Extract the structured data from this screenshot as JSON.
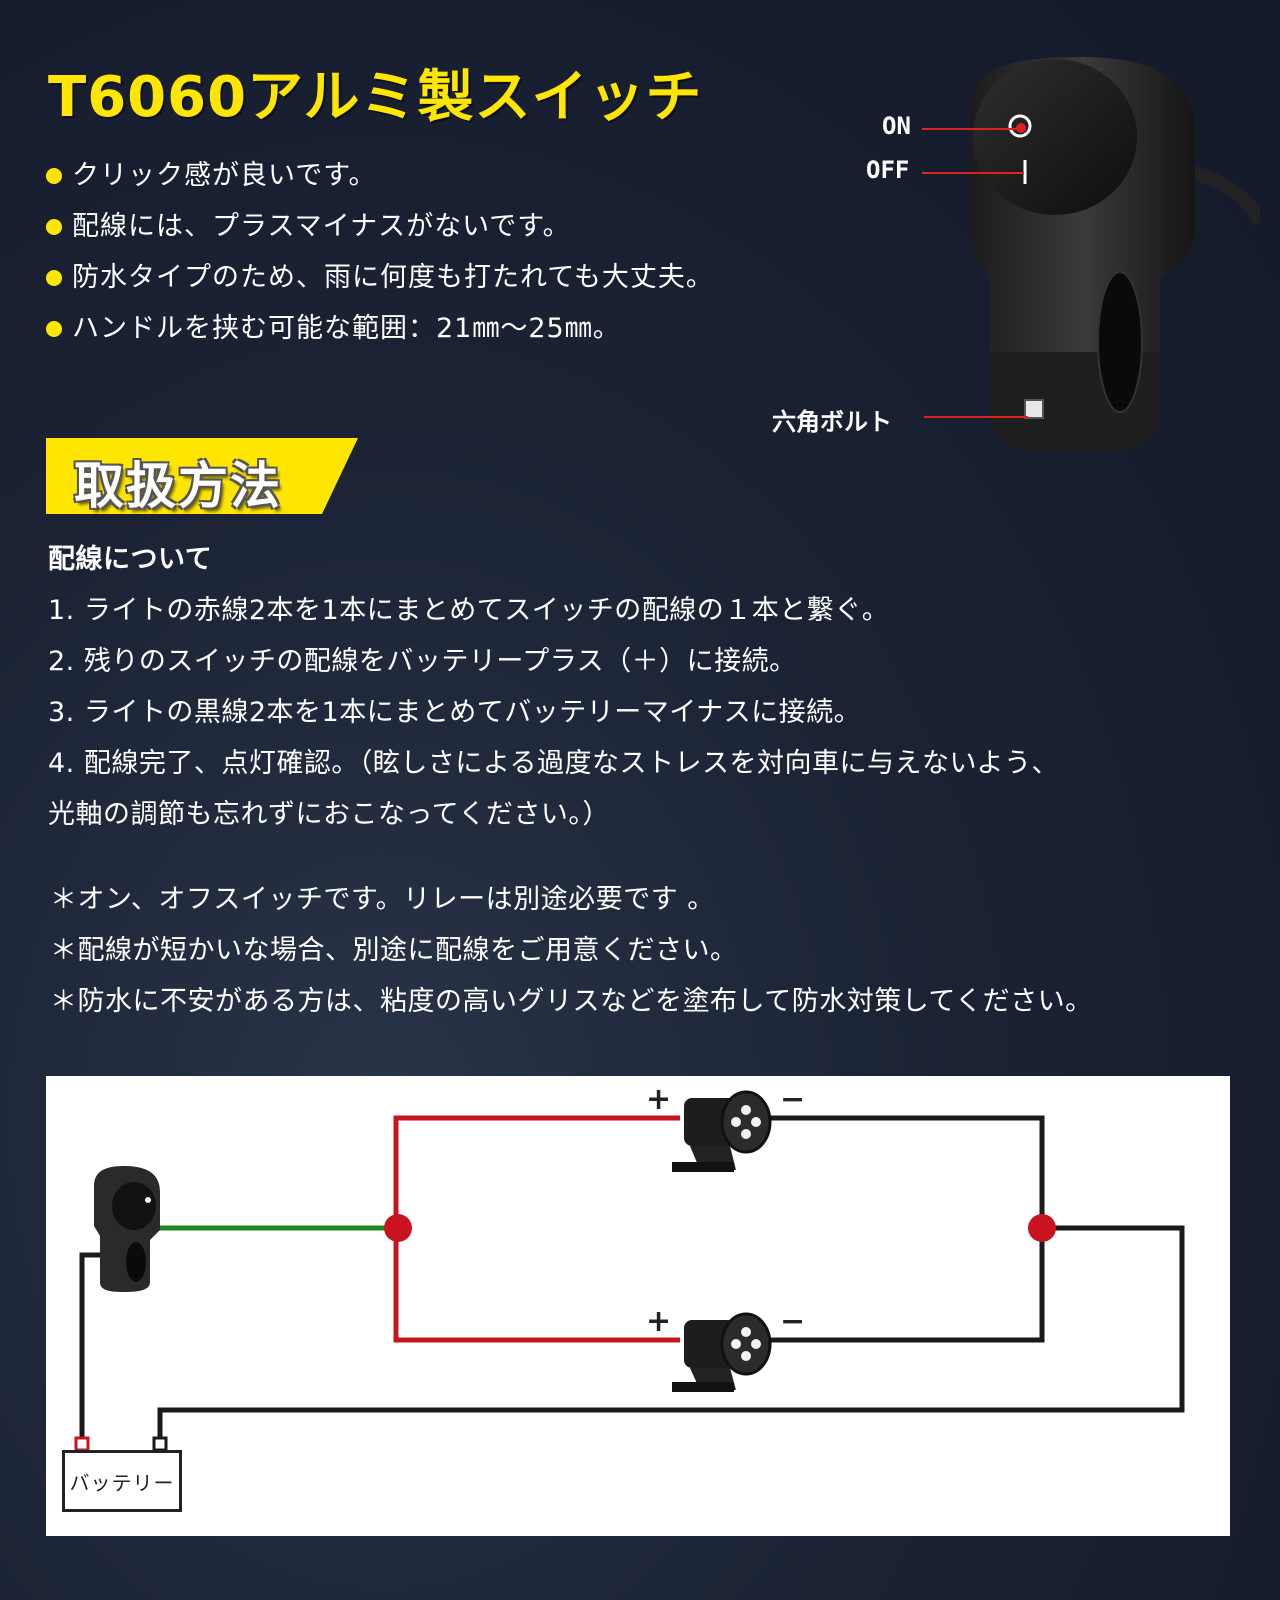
{
  "title": "T6060アルミ製スイッチ",
  "features": [
    "クリック感が良いです。",
    "配線には、プラスマイナスがないです。",
    "防水タイプのため、雨に何度も打たれても大丈夫。",
    "ハンドルを挟む可能な範囲：21㎜～25㎜。"
  ],
  "switch_labels": {
    "on": "ON",
    "off": "OFF",
    "bolt": "六角ボルト"
  },
  "section_banner": "取扱方法",
  "wiring": {
    "heading": "配線について",
    "steps": [
      "1. ライトの赤線2本を1本にまとめてスイッチの配線の１本と繋ぐ。",
      "2. 残りのスイッチの配線をバッテリープラス（＋）に接続。",
      "3. ライトの黒線2本を1本にまとめてバッテリーマイナスに接続。",
      "4. 配線完了、点灯確認。（眩しさによる過度なストレスを対向車に与えないよう、",
      "光軸の調節も忘れずにおこなってください。）"
    ]
  },
  "notes": [
    "＊オン、オフスイッチです。リレーは別途必要です 。",
    "＊配線が短かいな場合、別途に配線をご用意ください。",
    "＊防水に不安がある方は、粘度の高いグリスなどを塗布して防水対策してください。"
  ],
  "diagram": {
    "battery_label": "バッテリー",
    "plus": "+",
    "minus": "−",
    "colors": {
      "red_wire": "#c8141e",
      "black_wire": "#1a1a1a",
      "green_wire": "#1f8a1f"
    }
  },
  "colors": {
    "accent": "#ffe600",
    "background": "#1a2234"
  }
}
